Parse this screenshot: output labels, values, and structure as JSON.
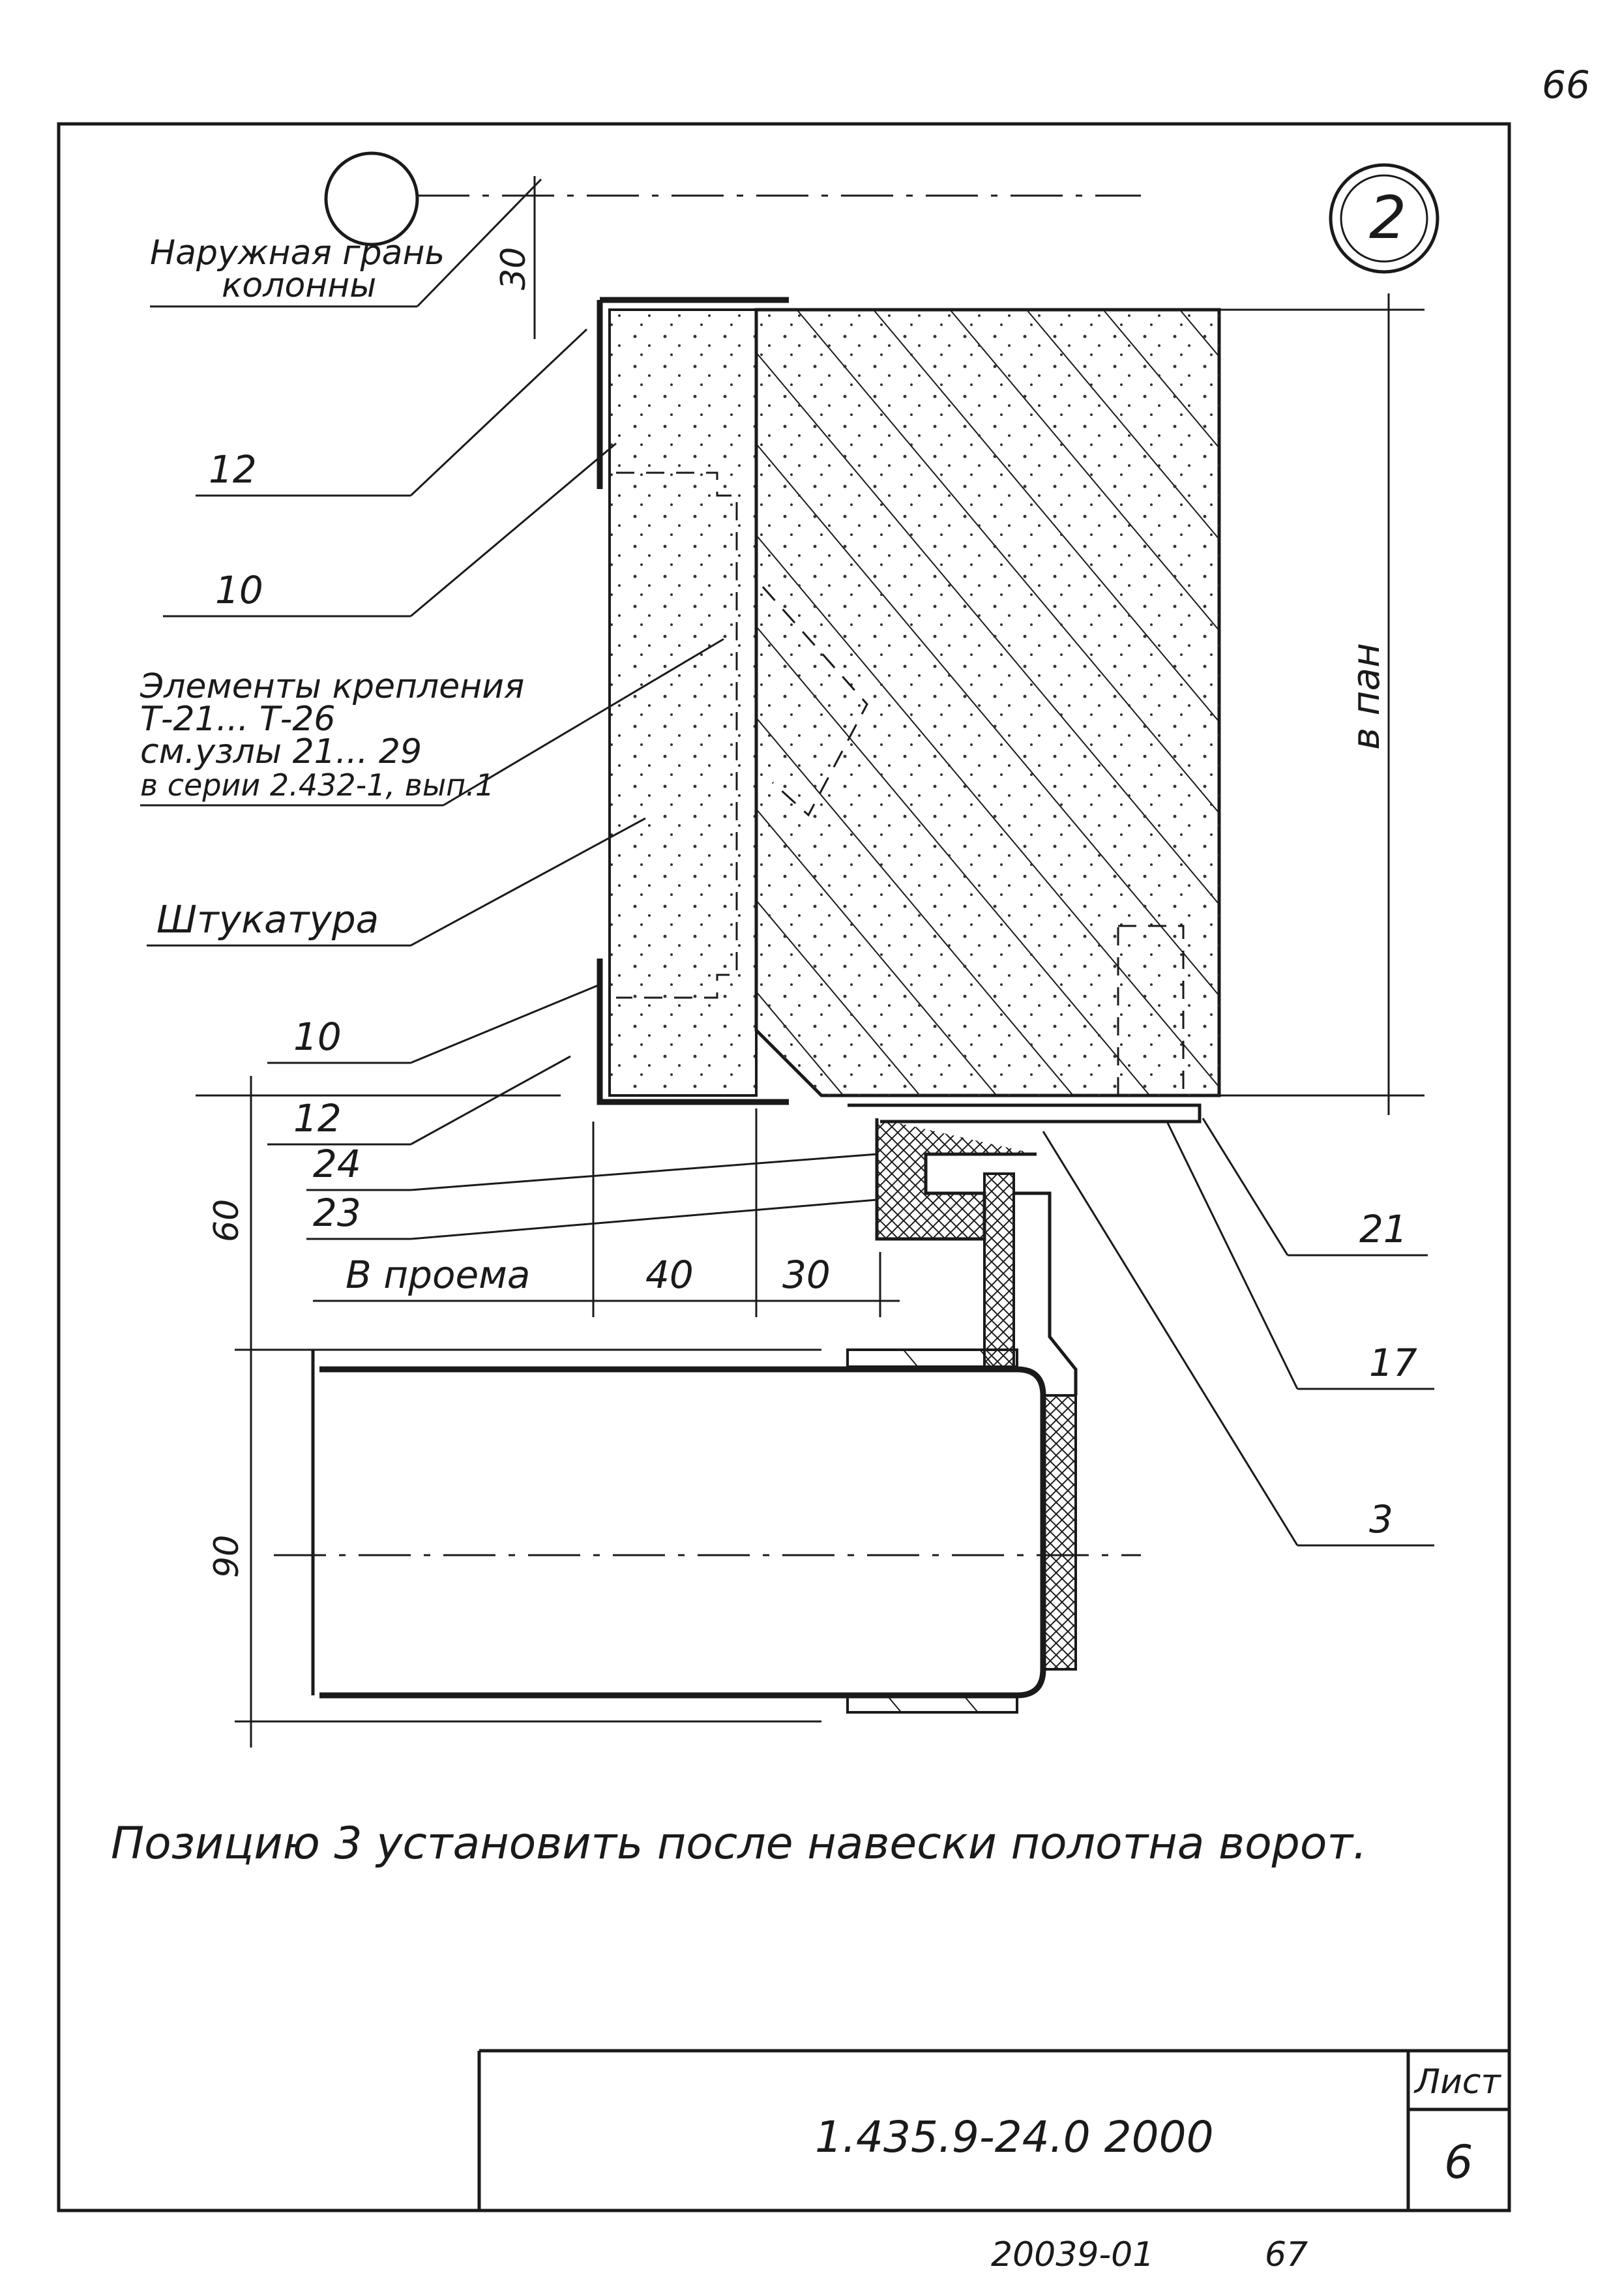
{
  "page_number": "66",
  "node_number": "2",
  "labels": {
    "outer_face_line1": "Наружная грань",
    "outer_face_line2": "колонны",
    "fastening_line1": "Элементы крепления",
    "fastening_line2": "Т-21... Т-26",
    "fastening_line3": "см.узлы 21... 29",
    "fastening_line4": "в серии 2.432-1, вып.1",
    "plaster": "Штукатура",
    "b_opening": "В проема",
    "b_panel": "в пан"
  },
  "positions": {
    "p12_top": "12",
    "p10_top": "10",
    "p10_bottom": "10",
    "p12_bottom": "12",
    "p24": "24",
    "p23": "23",
    "p21": "21",
    "p17": "17",
    "p3": "3"
  },
  "dimensions": {
    "d30_top": "30",
    "d60": "60",
    "d90": "90",
    "d40": "40",
    "d30_bottom": "30"
  },
  "note": "Позицию 3 установить после навески полотна ворот.",
  "title_block": {
    "sheet_label": "Лист",
    "doc_code": "1.435.9-24.0 2000",
    "sheet_number": "6"
  },
  "footer": {
    "code": "20039-01",
    "number": "67"
  }
}
